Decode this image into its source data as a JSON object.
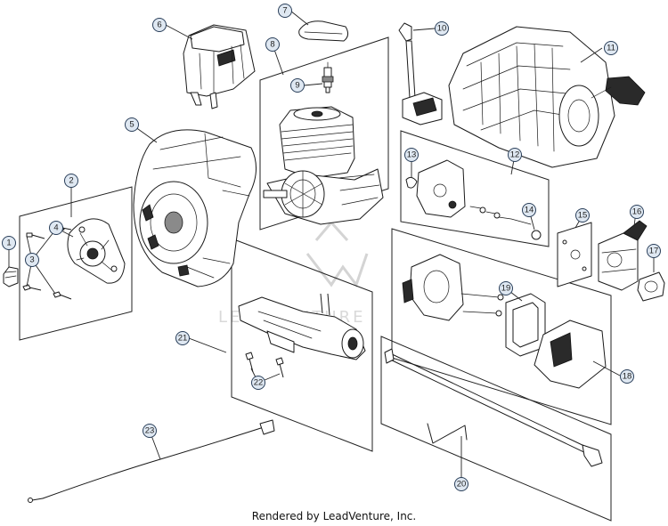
{
  "footer": {
    "credit": "Rendered by LeadVenture, Inc."
  },
  "watermark": {
    "text": "LEADVENTURE"
  },
  "callouts": [
    "1",
    "2",
    "3",
    "4",
    "5",
    "6",
    "7",
    "8",
    "9",
    "10",
    "11",
    "12",
    "13",
    "14",
    "15",
    "16",
    "17",
    "18",
    "19",
    "20",
    "21",
    "22",
    "23"
  ],
  "colors": {
    "callout_fill": "#dfe8f2",
    "callout_stroke": "#2a3f5a",
    "line": "#1a1a1a"
  }
}
